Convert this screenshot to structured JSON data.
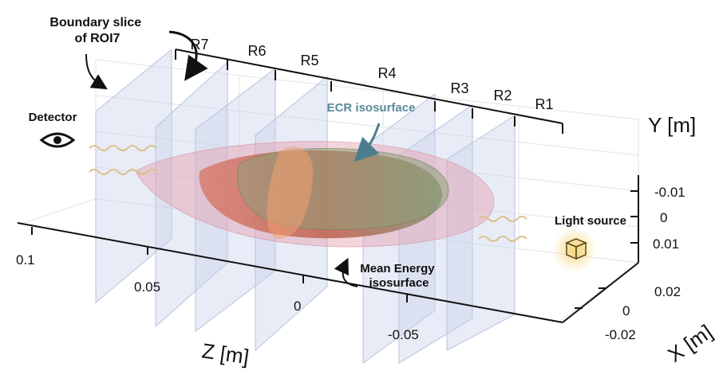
{
  "annotations": {
    "boundary_slice": [
      "Boundary slice",
      "of ROI7"
    ],
    "detector": "Detector",
    "ecr": "ECR isosurface",
    "mean_energy": [
      "Mean Energy",
      "isosurface"
    ],
    "light_source": "Light source"
  },
  "regions": [
    "R7",
    "R6",
    "R5",
    "R4",
    "R3",
    "R2",
    "R1"
  ],
  "axes": {
    "y_title": "Y [m]",
    "z_title": "Z [m]",
    "x_title": "X [m]",
    "y_ticks": [
      "-0.01",
      "0",
      "0.01"
    ],
    "z_ticks": [
      "0.1",
      "0.05",
      "0",
      "-0.05"
    ],
    "x_ticks": [
      "0.02",
      "0",
      "-0.02"
    ]
  },
  "colors": {
    "ecr": "#5b8a99",
    "slices": "#c9d2ea",
    "mean_energy": "#e6a0b0",
    "core": "#c8664f",
    "light": "#f3d27a"
  }
}
